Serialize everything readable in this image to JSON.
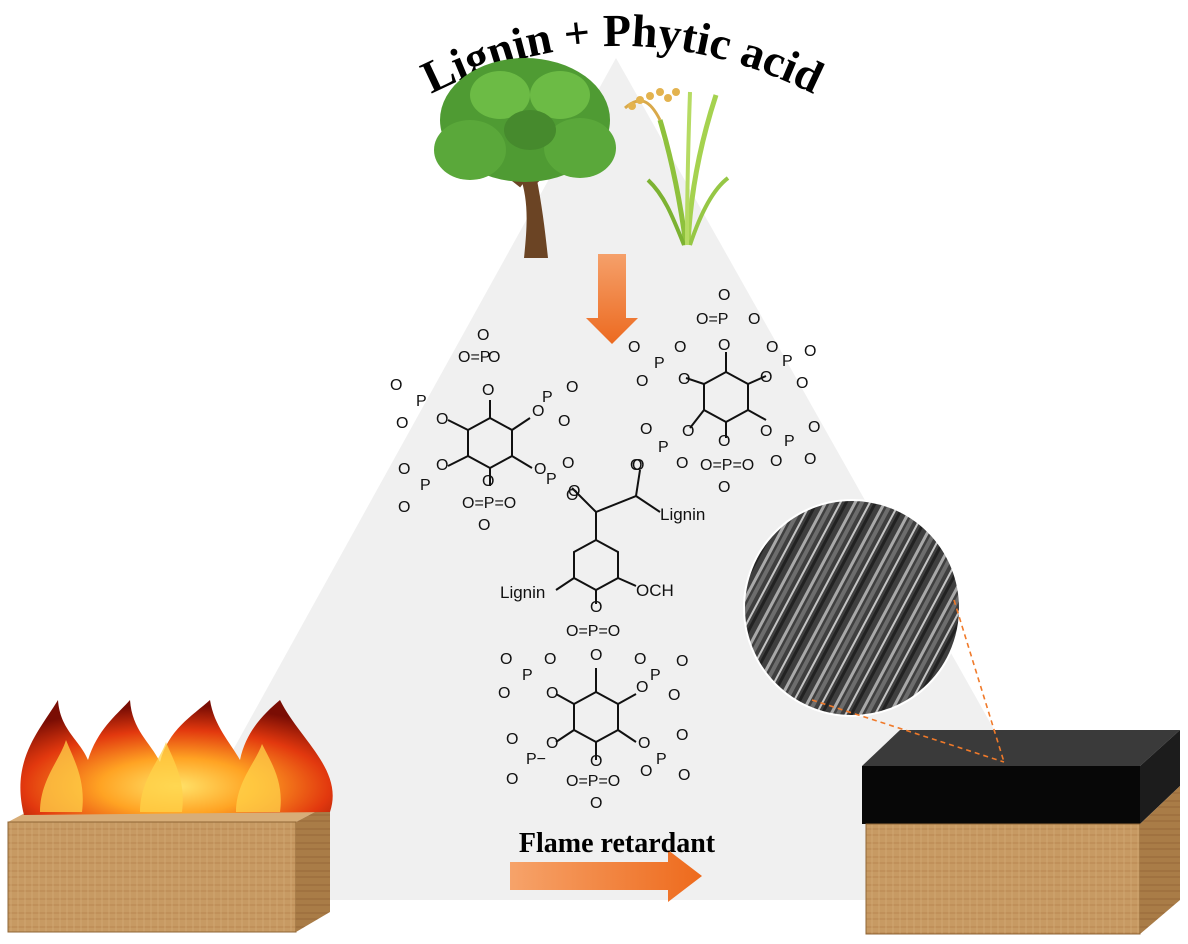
{
  "title": "Lignin + Phytic acid",
  "flame_label": "Flame retardant",
  "chem_labels": {
    "lignin": "Lignin",
    "och": "OCH",
    "o": "O",
    "p": "P",
    "p_minus": "P−"
  },
  "colors": {
    "triangle": "#f0f0f0",
    "arrow": "#f07a2a",
    "wood": "#c49660",
    "char": "#0b0b0b",
    "leaf": "#5aa83a",
    "grass": "#9ccf4a"
  },
  "icons": [
    "tree-icon",
    "rice-plant-icon",
    "fire-icon",
    "sem-micrograph-icon"
  ]
}
